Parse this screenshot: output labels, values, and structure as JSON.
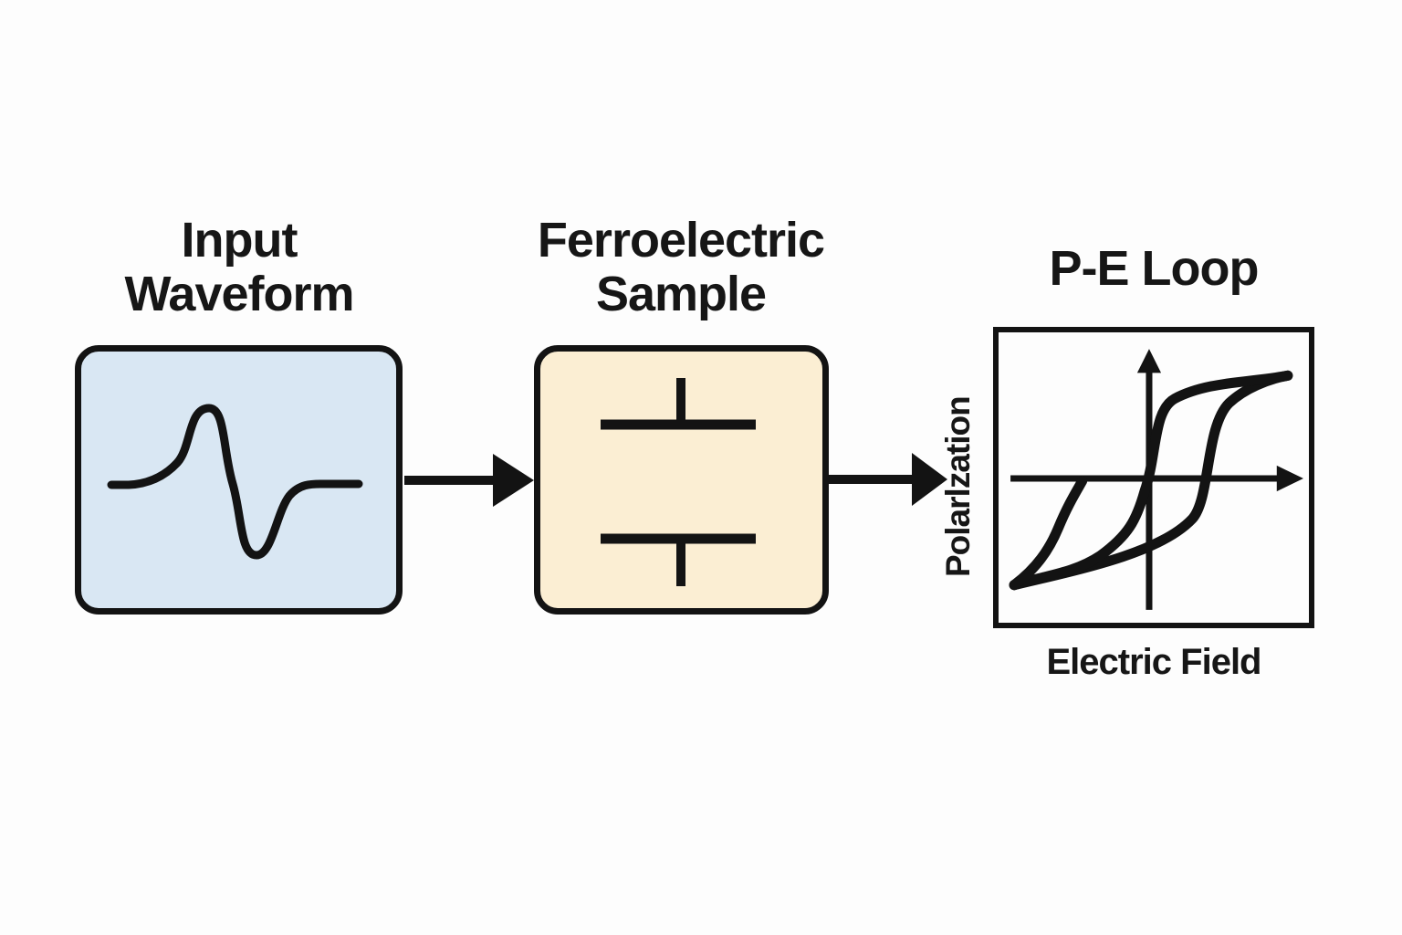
{
  "nodes": {
    "input_waveform": {
      "label_line1": "Input",
      "label_line2": "Waveform",
      "fill": "#d9e7f3"
    },
    "ferroelectric_sample": {
      "label_line1": "Ferroelectric",
      "label_line2": "Sample",
      "fill": "#fbeed3"
    },
    "pe_loop": {
      "label": "P-E Loop",
      "fill": "#fdfdfd",
      "ylabel": "Polarlzation",
      "xlabel": "Electric Field"
    }
  },
  "connections": [
    {
      "from": "input_waveform",
      "to": "ferroelectric_sample"
    },
    {
      "from": "ferroelectric_sample",
      "to": "pe_loop"
    }
  ],
  "icons": {
    "input_waveform": "bipolar-pulse-waveform-icon",
    "ferroelectric_sample": "capacitor-icon",
    "pe_loop": "hysteresis-loop-plot"
  },
  "colors": {
    "background": "#fdfdfd",
    "stroke": "#131313"
  }
}
